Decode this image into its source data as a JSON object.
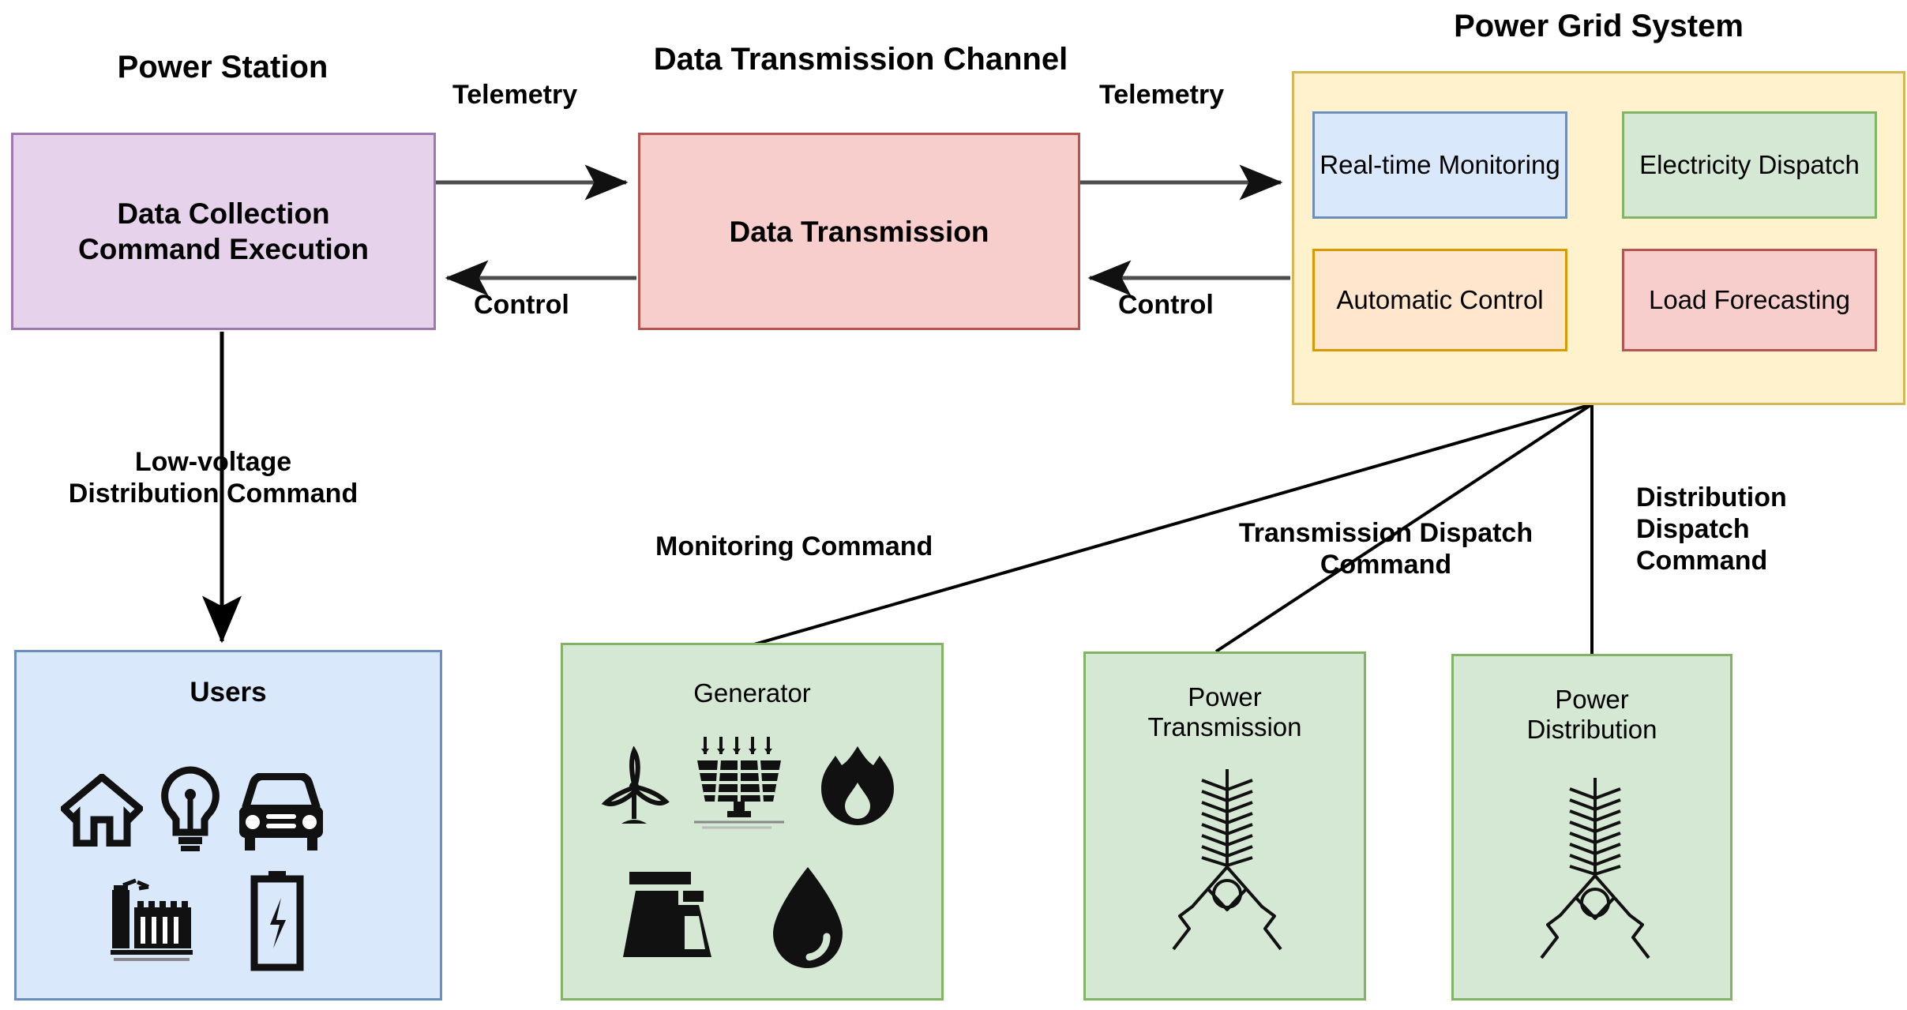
{
  "diagram": {
    "titles": {
      "power_station": "Power Station",
      "data_channel": "Data Transmission Channel",
      "power_grid": "Power Grid System"
    },
    "nodes": {
      "power_station": {
        "line1": "Data Collection",
        "line2": "Command  Execution"
      },
      "data_transmission": {
        "label": "Data Transmission"
      },
      "grid_modules": [
        {
          "label": "Real-time Monitoring",
          "color": "#DAE8FC"
        },
        {
          "label": "Electricity Dispatch",
          "color": "#D5E8D4"
        },
        {
          "label": "Automatic Control",
          "color": "#FFE6CC"
        },
        {
          "label": "Load Forecasting",
          "color": "#F8CECC"
        }
      ],
      "users": {
        "title": "Users",
        "icons": [
          "house-icon",
          "lightbulb-icon",
          "car-icon",
          "factory-icon",
          "battery-icon"
        ]
      },
      "generator": {
        "title": "Generator",
        "icons": [
          "wind-turbine-icon",
          "solar-panel-icon",
          "flame-icon",
          "nuclear-plant-icon",
          "water-drop-icon"
        ]
      },
      "power_transmission": {
        "line1": "Power",
        "line2": "Transmission",
        "icon": "transmission-tower-icon"
      },
      "power_distribution": {
        "line1": "Power",
        "line2": "Distribution",
        "icon": "distribution-tower-icon"
      }
    },
    "edges": {
      "telemetry_left": "Telemetry",
      "control_left": "Control",
      "telemetry_right": "Telemetry",
      "control_right": "Control",
      "low_voltage": "Low-voltage\nDistribution Command",
      "low_voltage_l1": "Low-voltage",
      "low_voltage_l2": "Distribution Command",
      "monitoring_command": "Monitoring Command",
      "transmission_dispatch_l1": "Transmission Dispatch",
      "transmission_dispatch_l2": "Command",
      "distribution_dispatch_l1": "Distribution",
      "distribution_dispatch_l2": "Dispatch",
      "distribution_dispatch_l3": "Command"
    },
    "colors": {
      "purple_fill": "#E6D3EB",
      "purple_border": "#9E79B0",
      "pink_fill": "#F8CECC",
      "pink_border": "#B85450",
      "yellow_fill": "#FFF2CC",
      "yellow_border": "#D6B656",
      "blue_fill": "#DAE8FC",
      "blue_border": "#6C8EBF",
      "green_fill": "#D5E8D4",
      "green_border": "#82B366",
      "orange_fill": "#FFE6CC",
      "orange_border": "#D79B00",
      "arrow": "#4D4D4D",
      "line": "#000000"
    }
  }
}
